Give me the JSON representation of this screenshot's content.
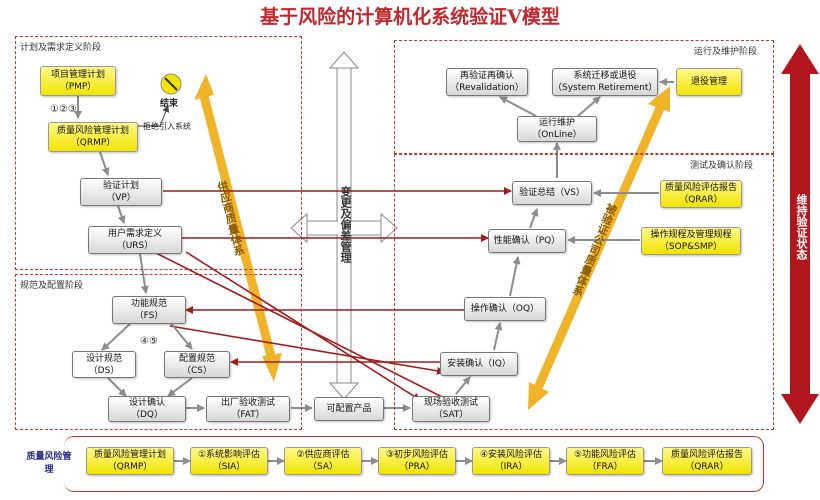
{
  "title": "基于风险的计算机化系统验证V模型",
  "phases": {
    "plan": "计划及需求定义阶段",
    "operate": "运行及维护阶段",
    "test": "测试及确认阶段",
    "spec": "规范及配置阶段"
  },
  "nodes": {
    "pmp": [
      "项目管理计划",
      "（PMP）"
    ],
    "qrmp": [
      "质量风险管理计划",
      "（QRMP）"
    ],
    "vp": [
      "验证计划",
      "（VP）"
    ],
    "urs": [
      "用户需求定义",
      "（URS）"
    ],
    "fs": [
      "功能规范",
      "（FS）"
    ],
    "ds": [
      "设计规范",
      "（DS）"
    ],
    "cs": [
      "配置规范",
      "（CS）"
    ],
    "dq": [
      "设计确认",
      "（DQ）"
    ],
    "fat": [
      "出厂验收测试",
      "（FAT）"
    ],
    "config": [
      "可配置产品"
    ],
    "sat": [
      "现场验收测试",
      "（SAT）"
    ],
    "iq": [
      "安装确认（IQ）"
    ],
    "oq": [
      "操作确认（OQ）"
    ],
    "pq": [
      "性能确认（PQ）"
    ],
    "vs": [
      "验证总结（VS）"
    ],
    "online": [
      "运行维护",
      "（OnLine）"
    ],
    "reval": [
      "再验证再确认",
      "（Revalidation）"
    ],
    "retire": [
      "系统迁移或退役",
      "（System Retirement）"
    ],
    "exit": [
      "退役管理"
    ],
    "qrar": [
      "质量风险评估报告",
      "（QRAR）"
    ],
    "sop": [
      "操作规程及管理规程",
      "（SOP&SMP）"
    ]
  },
  "annotations": {
    "end": "结束",
    "refuse": "拒绝引入系统",
    "steps123": "①②③",
    "steps45": "④⑤"
  },
  "arrows": {
    "supplier": "供应商质量体系",
    "quality": "被验证公司质量体系",
    "change": "变更及偏差管理",
    "maintain": "维持验证状态"
  },
  "qrm": {
    "label": "质量风险管理",
    "steps": [
      [
        "质量风险管理计划",
        "（QRMP）"
      ],
      [
        "①系统影响评估",
        "（SIA）"
      ],
      [
        "②供应商评估",
        "（SA）"
      ],
      [
        "③初步风险评估",
        "（PRA）"
      ],
      [
        "④安装风险评估",
        "（IRA）"
      ],
      [
        "⑤功能风险评估",
        "（FRA）"
      ],
      [
        "质量风险评估报告",
        "（QRAR）"
      ]
    ]
  },
  "colors": {
    "title": "#c0282d",
    "phase_border": "#c0392b",
    "arrow_flow": "#8c8c8c",
    "arrow_cross": "#a01c1c",
    "arrow_band": "#f0b428",
    "arrow_maintain": "#b0161c",
    "node_yellow": "#fff200"
  }
}
